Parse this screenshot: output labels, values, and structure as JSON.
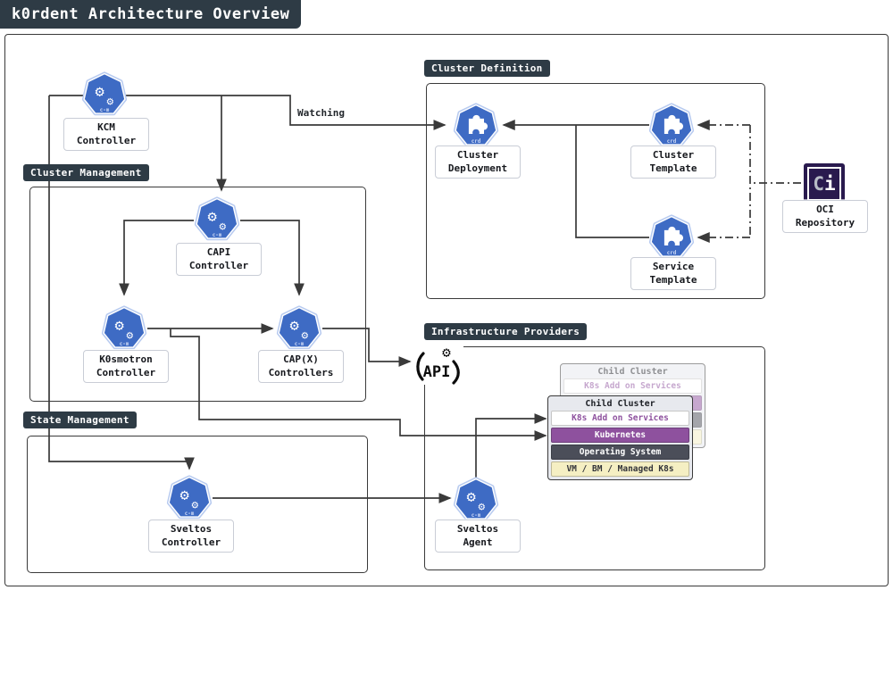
{
  "title": "k0rdent Architecture Overview",
  "groups": {
    "cluster_definition": "Cluster Definition",
    "cluster_management": "Cluster Management",
    "state_management": "State Management",
    "infrastructure_providers": "Infrastructure Providers"
  },
  "edge_labels": {
    "watching": "Watching"
  },
  "icon_badges": {
    "controller": "c-m",
    "crd": "crd"
  },
  "nodes": {
    "kcm": {
      "label": "KCM\nController",
      "icon": "controller-manager"
    },
    "capi": {
      "label": "CAPI\nController",
      "icon": "controller-manager"
    },
    "k0smotron": {
      "label": "K0smotron\nController",
      "icon": "controller-manager"
    },
    "capx": {
      "label": "CAP(X)\nControllers",
      "icon": "controller-manager"
    },
    "sveltos_controller": {
      "label": "Sveltos\nController",
      "icon": "controller-manager"
    },
    "sveltos_agent": {
      "label": "Sveltos\nAgent",
      "icon": "controller-manager"
    },
    "cluster_deployment": {
      "label": "Cluster\nDeployment",
      "icon": "crd"
    },
    "cluster_template": {
      "label": "Cluster\nTemplate",
      "icon": "crd"
    },
    "service_template": {
      "label": "Service\nTemplate",
      "icon": "crd"
    },
    "oci": {
      "label": "OCI\nRepository",
      "icon": "oci-registry",
      "glyph_c": "C",
      "glyph_i": "i"
    }
  },
  "api": {
    "label": "API"
  },
  "child_cluster": {
    "title": "Child Cluster",
    "layers": [
      {
        "label": "K8s Add on Services",
        "bg": "#ffffff",
        "fg": "#8e519e"
      },
      {
        "label": "Kubernetes",
        "bg": "#8e519e",
        "fg": "#ffffff"
      },
      {
        "label": "Operating System",
        "bg": "#4b4e59",
        "fg": "#ffffff"
      },
      {
        "label": "VM / BM / Managed K8s",
        "bg": "#f5efc3",
        "fg": "#33343a"
      }
    ]
  },
  "colors": {
    "label_bg": "#2e3b45",
    "line": "#3a3a3a",
    "kubernetes_blue": "#3e6bc4",
    "icon_halo": "#b8cbf0",
    "purple": "#8e519e",
    "os_dark": "#4b4e59",
    "vm_yellow": "#f5efc3",
    "oci_bg": "#291a4e",
    "card_bg": "#e7e9ee"
  }
}
